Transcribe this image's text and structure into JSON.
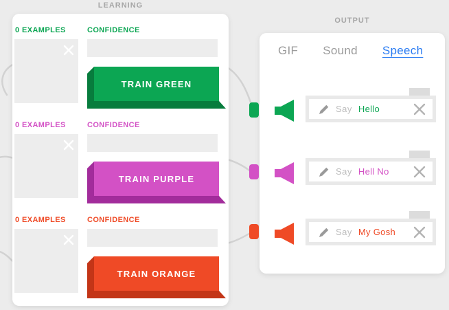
{
  "page": {
    "background": "#ececec",
    "wire_color": "#d2d2d2"
  },
  "learning": {
    "header": "LEARNING",
    "classes": [
      {
        "name": "green",
        "examples_label": "0 EXAMPLES",
        "confidence_label": "CONFIDENCE",
        "train_label": "TRAIN GREEN",
        "color": "#0ca653",
        "dark": "#077c3d"
      },
      {
        "name": "purple",
        "examples_label": "0 EXAMPLES",
        "confidence_label": "CONFIDENCE",
        "train_label": "TRAIN PURPLE",
        "color": "#d351c5",
        "dark": "#a22c9b"
      },
      {
        "name": "orange",
        "examples_label": "0 EXAMPLES",
        "confidence_label": "CONFIDENCE",
        "train_label": "TRAIN ORANGE",
        "color": "#ef4a26",
        "dark": "#c33517"
      }
    ]
  },
  "output": {
    "header": "OUTPUT",
    "tabs": [
      {
        "label": "GIF"
      },
      {
        "label": "Sound"
      },
      {
        "label": "Speech"
      }
    ],
    "active_tab": "Speech",
    "active_tab_color": "#2b7cf2",
    "rows": [
      {
        "say_label": "Say",
        "value": "Hello",
        "color": "#0ca653"
      },
      {
        "say_label": "Say",
        "value": "Hell No",
        "color": "#d351c5"
      },
      {
        "say_label": "Say",
        "value": "My Gosh",
        "color": "#ef4a26"
      }
    ]
  },
  "icons": {
    "box_close": "close-icon",
    "speaker": "speaker-icon",
    "pencil": "pencil-icon",
    "say_close": "close-icon"
  }
}
